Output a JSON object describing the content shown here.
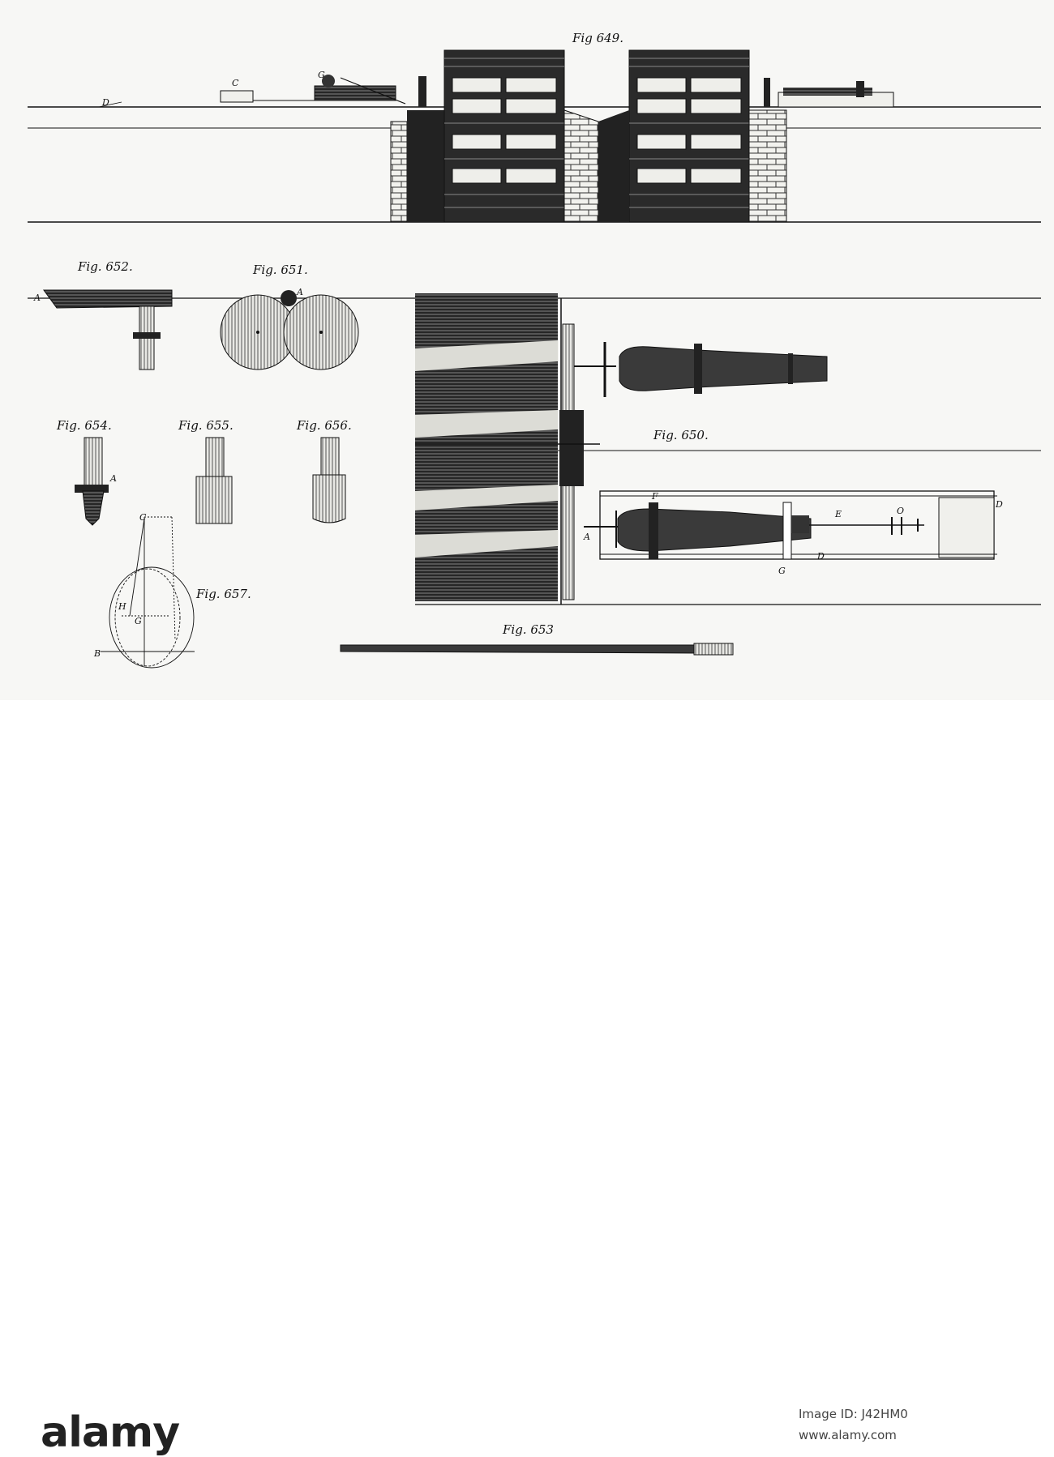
{
  "figures": {
    "fig649": "Fig 649.",
    "fig650": "Fig. 650.",
    "fig651": "Fig. 651.",
    "fig652": "Fig. 652.",
    "fig653": "Fig. 653",
    "fig654": "Fig. 654.",
    "fig655": "Fig. 655.",
    "fig656": "Fig. 656.",
    "fig657": "Fig. 657."
  },
  "letters": {
    "a": "A",
    "b": "B",
    "c": "C",
    "d": "D",
    "e": "E",
    "f": "F",
    "g": "G",
    "o": "O",
    "h": "H"
  },
  "footer": {
    "brand": "alamy",
    "image_id": "Image ID: J42HM0",
    "site": "www.alamy.com"
  },
  "colors": {
    "ink": "#111111",
    "paper": "#f7f7f5",
    "wood": "#3a3a3a"
  }
}
